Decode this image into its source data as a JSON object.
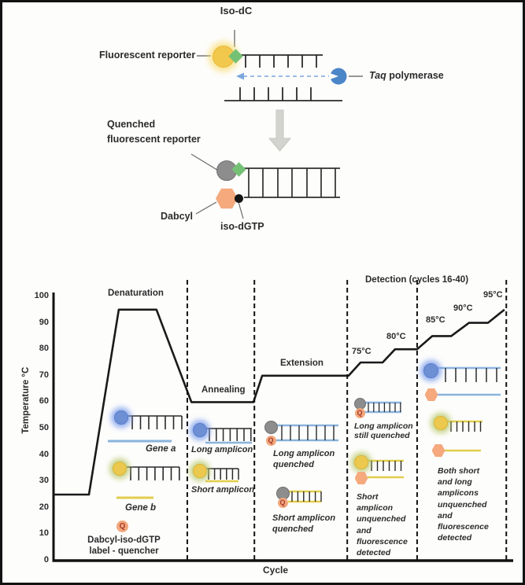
{
  "figure": {
    "top": {
      "iso_dc": "Iso-dC",
      "fluorescent_reporter": "Fluorescent reporter",
      "taq_italic": "Taq",
      "taq_rest": " polymerase",
      "quenched_reporter": "Quenched\nfluorescent reporter",
      "dabcyl": "Dabcyl",
      "iso_dgtp": "iso-dGTP"
    },
    "chart": {
      "ylabel": "Temperature °C",
      "xlabel": "Cycle",
      "phase_denaturation": "Denaturation",
      "phase_annealing": "Annealing",
      "phase_extension": "Extension",
      "phase_detection": "Detection (cycles 16-40)",
      "steps": [
        "75°C",
        "80°C",
        "85°C",
        "90°C",
        "95°C"
      ],
      "gene_a": "Gene a",
      "gene_b": "Gene b",
      "dabcyl_quencher": "Dabcyl-iso-dGTP\nlabel - quencher",
      "q_badge": "Q",
      "long_amplicon": "Long amplicon",
      "short_amplicon": "Short amplicon",
      "long_amplicon_quenched": "Long amplicon\nquenched",
      "short_amplicon_quenched": "Short amplicon\nquenched",
      "long_amplicon_still_quenched": "Long amplicon\nstill quenched",
      "short_amplicon_unquenched": "Short\namplicon\nunquenched\nand\nfluorescence\ndetected",
      "both_amplicons_unquenched": "Both short\nand long\namplicons\nunquenched\nand\nfluorescence\ndetected"
    }
  },
  "colors": {
    "fluorophore_yellow": "#f2c84c",
    "fluorophore_blue": "#6d8fd4",
    "quencher_gray": "#8d8d8d",
    "dabcyl_orange": "#f5a97d",
    "iso_dc_diamond_green": "#74c175",
    "taq_blue": "#4a86c8",
    "strand_blue": "#8ab4dd",
    "strand_yellow": "#e2cd4b",
    "trace_black": "#1a1a1a"
  },
  "chart_data": {
    "type": "line",
    "title": "PCR thermal profile with detection melt steps",
    "xlabel": "Cycle",
    "ylabel": "Temperature °C",
    "ylim": [
      0,
      100
    ],
    "yticks": [
      0,
      10,
      20,
      30,
      40,
      50,
      60,
      70,
      80,
      90,
      100
    ],
    "grid": false,
    "phases": [
      "Denaturation",
      "Annealing",
      "Extension",
      "Detection (cycles 16-40)"
    ],
    "phase_temps_c": {
      "start": 25,
      "denaturation": 95,
      "annealing": 60,
      "extension": 70
    },
    "detection_step_temps_c": [
      75,
      80,
      85,
      90,
      95
    ],
    "profile": [
      {
        "x": 0.0,
        "t": 25
      },
      {
        "x": 0.077,
        "t": 25
      },
      {
        "x": 0.142,
        "t": 95
      },
      {
        "x": 0.224,
        "t": 95
      },
      {
        "x": 0.3,
        "t": 60
      },
      {
        "x": 0.435,
        "t": 60
      },
      {
        "x": 0.454,
        "t": 70
      },
      {
        "x": 0.642,
        "t": 70
      },
      {
        "x": 0.668,
        "t": 75
      },
      {
        "x": 0.716,
        "t": 75
      },
      {
        "x": 0.743,
        "t": 80
      },
      {
        "x": 0.791,
        "t": 80
      },
      {
        "x": 0.824,
        "t": 85
      },
      {
        "x": 0.865,
        "t": 85
      },
      {
        "x": 0.904,
        "t": 90
      },
      {
        "x": 0.945,
        "t": 90
      },
      {
        "x": 0.981,
        "t": 95
      }
    ],
    "phase_dividers_x": [
      0.291,
      0.437,
      0.639,
      0.791,
      0.985
    ]
  }
}
